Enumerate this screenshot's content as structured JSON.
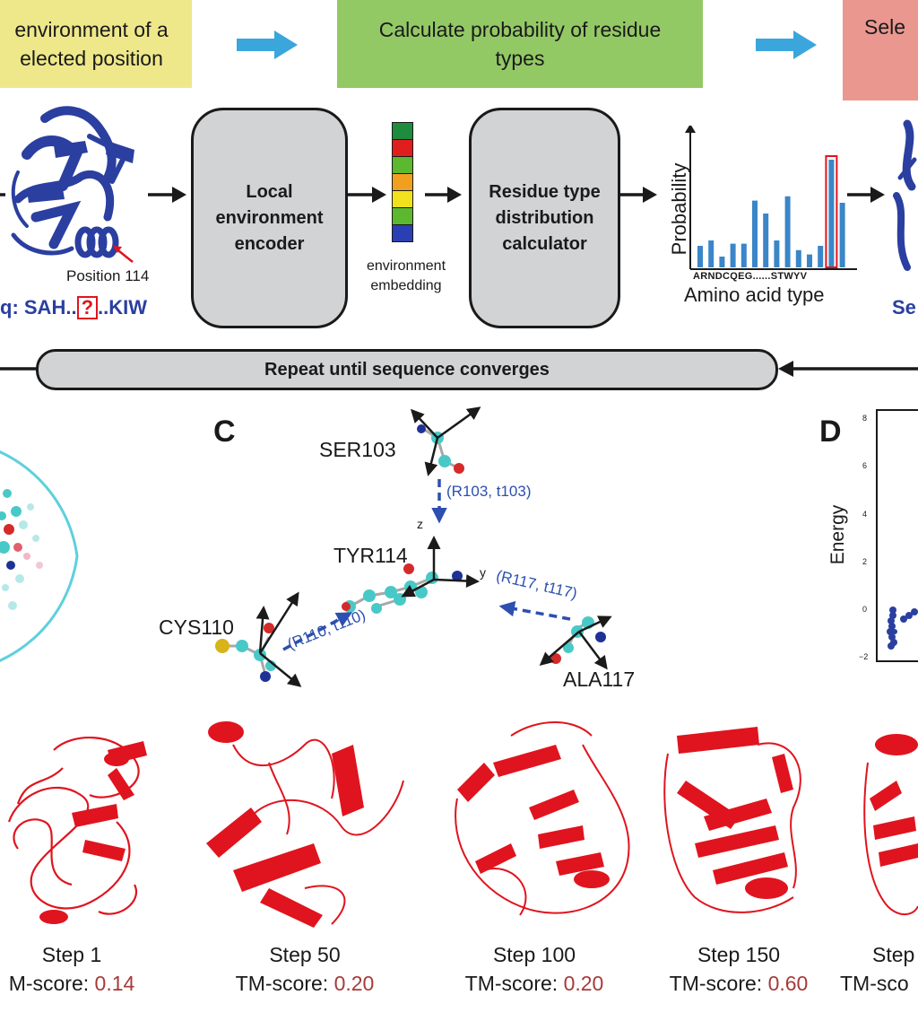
{
  "colors": {
    "yellow_box": "#eee88a",
    "green_box": "#93c965",
    "pink_box": "#ea9790",
    "flow_arrow": "#3aa6dc",
    "protein_blue": "#2a3fa0",
    "protein_red": "#e0141e",
    "atom_cyan": "#48c9c7",
    "atom_red": "#d42a2a",
    "atom_blue": "#1e3296",
    "atom_yellow": "#d8b31a",
    "dash_blue": "#2c4fb0",
    "tm_red": "#a63a3a"
  },
  "stages": [
    {
      "text": "environment of a\nelected position"
    },
    {
      "text": "Calculate probability of residue\ntypes"
    },
    {
      "text": "Sele"
    }
  ],
  "pipeline": {
    "encoder_label": "Local\nenvironment\nencoder",
    "calculator_label": "Residue type\ndistribution\ncalculator",
    "embedding_label": "environment\nembedding",
    "embedding_colors": [
      "#1e8c3c",
      "#e01e1e",
      "#5cb82e",
      "#f0a01e",
      "#f0e01e",
      "#5cb82e",
      "#2a3fb4"
    ],
    "position_label": "Position 114",
    "seq_prefix": "q: SAH..",
    "seq_query": "?",
    "seq_suffix": "..KIW",
    "right_seq_label": "Se",
    "repeat_label": "Repeat until sequence converges"
  },
  "chart_data": {
    "type": "bar",
    "ylabel": "Probability",
    "xlabel": "Amino acid type",
    "tick_label": "ARNDCQEG......STWYV",
    "values": [
      0.2,
      0.25,
      0.1,
      0.22,
      0.22,
      0.62,
      0.5,
      0.25,
      0.66,
      0.16,
      0.12,
      0.2,
      1.0,
      0.6
    ],
    "highlight_index": 12
  },
  "panel_c": {
    "letter": "C",
    "residues": [
      "SER103",
      "TYR114",
      "CYS110",
      "ALA117"
    ],
    "transforms": [
      "(R103, t103)",
      "(R110, t110)",
      "(R117, t117)"
    ],
    "axes": {
      "z": "z",
      "y": "y"
    }
  },
  "panel_d": {
    "letter": "D",
    "ylabel": "Energy",
    "yticks": [
      "8",
      "6",
      "4",
      "2",
      "0",
      "−2"
    ]
  },
  "steps": [
    {
      "label": "Step 1",
      "tm_prefix": "M-score: ",
      "tm_value": "0.14"
    },
    {
      "label": "Step 50",
      "tm_prefix": "TM-score: ",
      "tm_value": "0.20"
    },
    {
      "label": "Step 100",
      "tm_prefix": "TM-score: ",
      "tm_value": "0.20"
    },
    {
      "label": "Step 150",
      "tm_prefix": "TM-score: ",
      "tm_value": "0.60"
    },
    {
      "label": "Step",
      "tm_prefix": "TM-sco",
      "tm_value": ""
    }
  ]
}
